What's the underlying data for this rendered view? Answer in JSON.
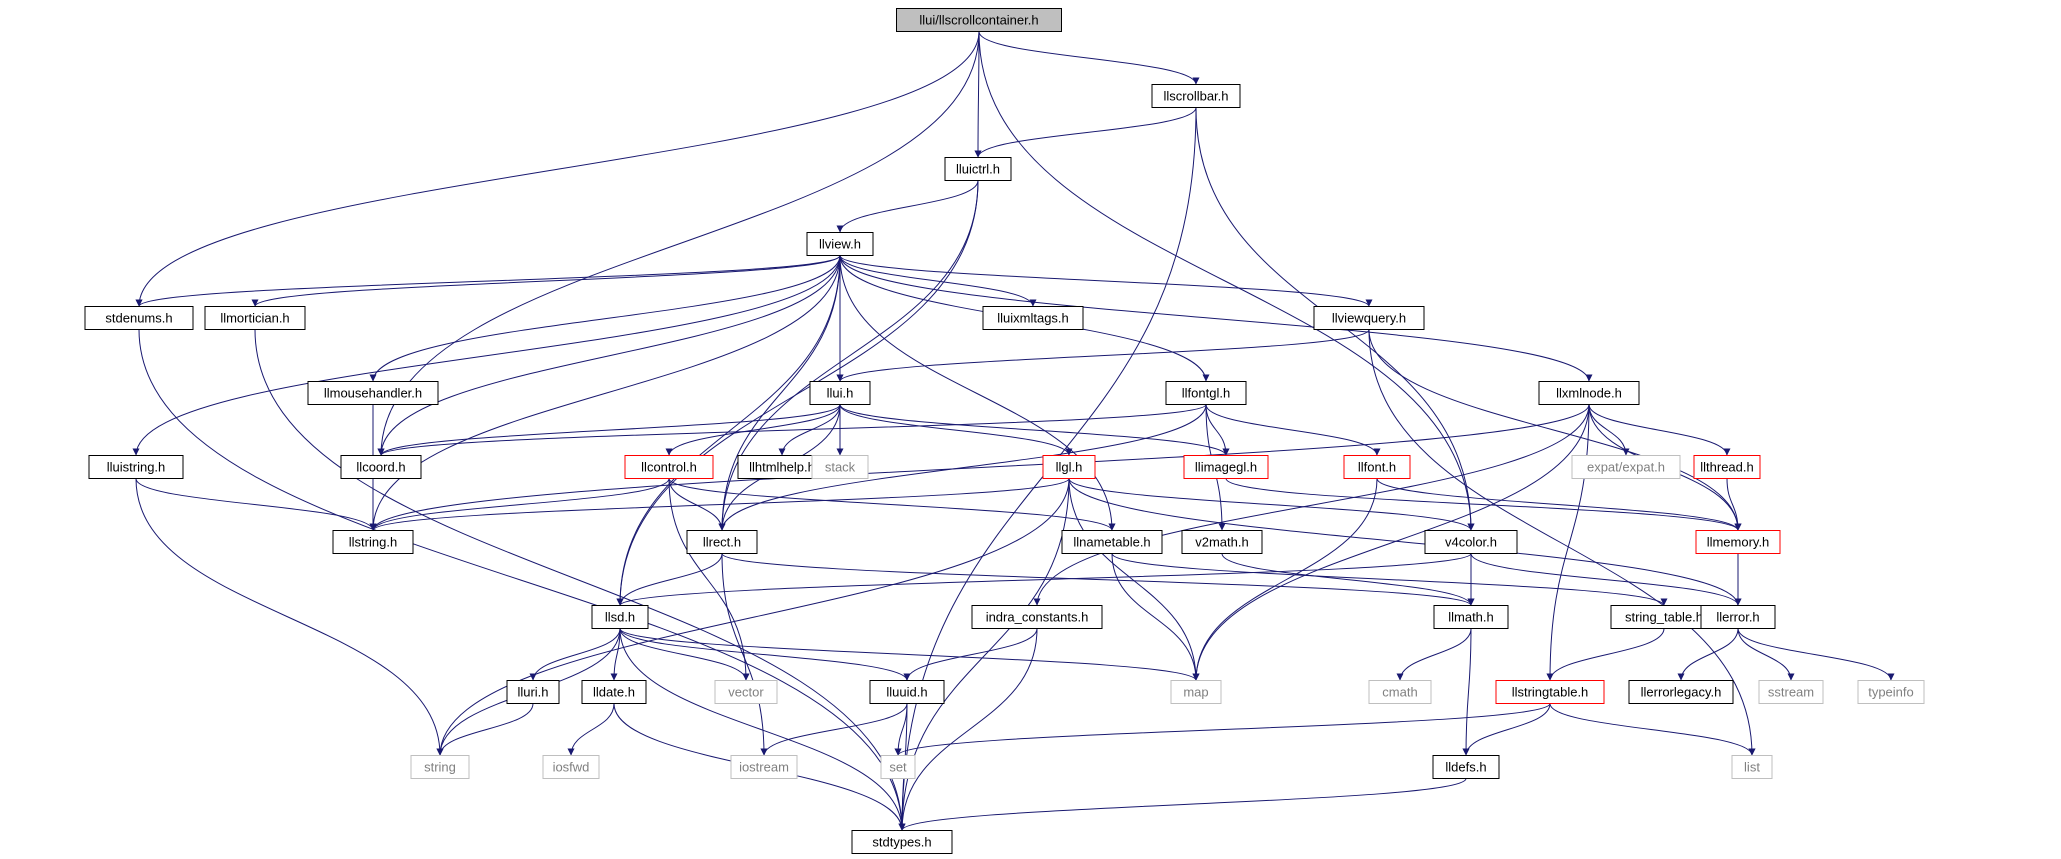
{
  "colors": {
    "edge": "#191970",
    "box_normal": "#000000",
    "box_truncated": "#ff0000",
    "box_external": "#bfbfbf",
    "text_normal": "#000000",
    "text_external": "#808080",
    "root_fill": "#bfbfbf"
  },
  "nodes": [
    {
      "id": "root",
      "label": "llui/llscrollcontainer.h",
      "kind": "root"
    },
    {
      "id": "llscrollbar",
      "label": "llscrollbar.h",
      "kind": "normal"
    },
    {
      "id": "lluictrl",
      "label": "lluictrl.h",
      "kind": "normal"
    },
    {
      "id": "llview",
      "label": "llview.h",
      "kind": "normal"
    },
    {
      "id": "stdenums",
      "label": "stdenums.h",
      "kind": "normal"
    },
    {
      "id": "llmortician",
      "label": "llmortician.h",
      "kind": "normal"
    },
    {
      "id": "lluixmltags",
      "label": "lluixmltags.h",
      "kind": "normal"
    },
    {
      "id": "llviewquery",
      "label": "llviewquery.h",
      "kind": "normal"
    },
    {
      "id": "llmousehandler",
      "label": "llmousehandler.h",
      "kind": "normal"
    },
    {
      "id": "llui",
      "label": "llui.h",
      "kind": "normal"
    },
    {
      "id": "llfontgl",
      "label": "llfontgl.h",
      "kind": "normal"
    },
    {
      "id": "llxmlnode",
      "label": "llxmlnode.h",
      "kind": "normal"
    },
    {
      "id": "lluistring",
      "label": "lluistring.h",
      "kind": "normal"
    },
    {
      "id": "llcoord",
      "label": "llcoord.h",
      "kind": "normal"
    },
    {
      "id": "llcontrol",
      "label": "llcontrol.h",
      "kind": "truncated"
    },
    {
      "id": "llhtmlhelp",
      "label": "llhtmlhelp.h",
      "kind": "normal"
    },
    {
      "id": "stack",
      "label": "stack",
      "kind": "external"
    },
    {
      "id": "llgl",
      "label": "llgl.h",
      "kind": "truncated"
    },
    {
      "id": "llimagegl",
      "label": "llimagegl.h",
      "kind": "truncated"
    },
    {
      "id": "llfont",
      "label": "llfont.h",
      "kind": "truncated"
    },
    {
      "id": "expat",
      "label": "expat/expat.h",
      "kind": "external"
    },
    {
      "id": "llthread",
      "label": "llthread.h",
      "kind": "truncated"
    },
    {
      "id": "llstring",
      "label": "llstring.h",
      "kind": "normal"
    },
    {
      "id": "llrect",
      "label": "llrect.h",
      "kind": "normal"
    },
    {
      "id": "llnametable",
      "label": "llnametable.h",
      "kind": "normal"
    },
    {
      "id": "v2math",
      "label": "v2math.h",
      "kind": "normal"
    },
    {
      "id": "v4color",
      "label": "v4color.h",
      "kind": "normal"
    },
    {
      "id": "llmemory",
      "label": "llmemory.h",
      "kind": "truncated"
    },
    {
      "id": "llsd",
      "label": "llsd.h",
      "kind": "normal"
    },
    {
      "id": "indra_constants",
      "label": "indra_constants.h",
      "kind": "normal"
    },
    {
      "id": "string_table",
      "label": "string_table.h",
      "kind": "normal"
    },
    {
      "id": "llmath",
      "label": "llmath.h",
      "kind": "normal"
    },
    {
      "id": "llerror",
      "label": "llerror.h",
      "kind": "normal"
    },
    {
      "id": "lluri",
      "label": "lluri.h",
      "kind": "normal"
    },
    {
      "id": "lldate",
      "label": "lldate.h",
      "kind": "normal"
    },
    {
      "id": "vector",
      "label": "vector",
      "kind": "external"
    },
    {
      "id": "lluuid",
      "label": "lluuid.h",
      "kind": "normal"
    },
    {
      "id": "map",
      "label": "map",
      "kind": "external"
    },
    {
      "id": "cmath",
      "label": "cmath",
      "kind": "external"
    },
    {
      "id": "llstringtable",
      "label": "llstringtable.h",
      "kind": "truncated"
    },
    {
      "id": "llerrorlegacy",
      "label": "llerrorlegacy.h",
      "kind": "normal"
    },
    {
      "id": "sstream",
      "label": "sstream",
      "kind": "external"
    },
    {
      "id": "typeinfo",
      "label": "typeinfo",
      "kind": "external"
    },
    {
      "id": "string",
      "label": "string",
      "kind": "external"
    },
    {
      "id": "iosfwd",
      "label": "iosfwd",
      "kind": "external"
    },
    {
      "id": "iostream",
      "label": "iostream",
      "kind": "external"
    },
    {
      "id": "set",
      "label": "set",
      "kind": "external"
    },
    {
      "id": "list",
      "label": "list",
      "kind": "external"
    },
    {
      "id": "lldefs",
      "label": "lldefs.h",
      "kind": "normal"
    },
    {
      "id": "stdtypes",
      "label": "stdtypes.h",
      "kind": "normal"
    }
  ],
  "edges": [
    [
      "root",
      "llscrollbar"
    ],
    [
      "root",
      "lluictrl"
    ],
    [
      "root",
      "stdenums"
    ],
    [
      "root",
      "llcoord"
    ],
    [
      "root",
      "v4color"
    ],
    [
      "llscrollbar",
      "lluictrl"
    ],
    [
      "llscrollbar",
      "v4color"
    ],
    [
      "llscrollbar",
      "stdtypes"
    ],
    [
      "lluictrl",
      "llview"
    ],
    [
      "lluictrl",
      "llrect"
    ],
    [
      "lluictrl",
      "llsd"
    ],
    [
      "llview",
      "stdenums"
    ],
    [
      "llview",
      "llmortician"
    ],
    [
      "llview",
      "lluixmltags"
    ],
    [
      "llview",
      "llviewquery"
    ],
    [
      "llview",
      "llmousehandler"
    ],
    [
      "llview",
      "llui"
    ],
    [
      "llview",
      "llfontgl"
    ],
    [
      "llview",
      "llxmlnode"
    ],
    [
      "llview",
      "lluistring"
    ],
    [
      "llview",
      "llcoord"
    ],
    [
      "llview",
      "llstring"
    ],
    [
      "llview",
      "llrect"
    ],
    [
      "llview",
      "llnametable"
    ],
    [
      "llview",
      "llsd"
    ],
    [
      "llmortician",
      "stdtypes"
    ],
    [
      "llviewquery",
      "llui"
    ],
    [
      "llviewquery",
      "list"
    ],
    [
      "llviewquery",
      "llmemory"
    ],
    [
      "llmousehandler",
      "llstring"
    ],
    [
      "llui",
      "llcoord"
    ],
    [
      "llui",
      "llcontrol"
    ],
    [
      "llui",
      "llhtmlhelp"
    ],
    [
      "llui",
      "stack"
    ],
    [
      "llui",
      "llgl"
    ],
    [
      "llui",
      "llimagegl"
    ],
    [
      "llui",
      "llrect"
    ],
    [
      "llfontgl",
      "llimagegl"
    ],
    [
      "llfontgl",
      "llfont"
    ],
    [
      "llfontgl",
      "llrect"
    ],
    [
      "llfontgl",
      "v2math"
    ],
    [
      "llfontgl",
      "llcoord"
    ],
    [
      "llxmlnode",
      "expat"
    ],
    [
      "llxmlnode",
      "llthread"
    ],
    [
      "llxmlnode",
      "llmemory"
    ],
    [
      "llxmlnode",
      "map"
    ],
    [
      "llxmlnode",
      "indra_constants"
    ],
    [
      "llxmlnode",
      "llstring"
    ],
    [
      "llxmlnode",
      "llstringtable"
    ],
    [
      "lluistring",
      "llstring"
    ],
    [
      "lluistring",
      "string"
    ],
    [
      "llcontrol",
      "llstring"
    ],
    [
      "llcontrol",
      "llrect"
    ],
    [
      "llcontrol",
      "llnametable"
    ],
    [
      "llcontrol",
      "vector"
    ],
    [
      "llgl",
      "llstring"
    ],
    [
      "llgl",
      "v4color"
    ],
    [
      "llgl",
      "llerror"
    ],
    [
      "llgl",
      "map"
    ],
    [
      "llgl",
      "string"
    ],
    [
      "llgl",
      "stdtypes"
    ],
    [
      "llimagegl",
      "llmemory"
    ],
    [
      "llfont",
      "llmemory"
    ],
    [
      "llfont",
      "map"
    ],
    [
      "llthread",
      "llmemory"
    ],
    [
      "llrect",
      "llsd"
    ],
    [
      "llrect",
      "iostream"
    ],
    [
      "llrect",
      "llmath"
    ],
    [
      "llnametable",
      "map"
    ],
    [
      "llnametable",
      "string_table"
    ],
    [
      "v2math",
      "llmath"
    ],
    [
      "v4color",
      "llmath"
    ],
    [
      "v4color",
      "llerror"
    ],
    [
      "v4color",
      "llsd"
    ],
    [
      "llmemory",
      "llerror"
    ],
    [
      "llsd",
      "lluri"
    ],
    [
      "llsd",
      "lldate"
    ],
    [
      "llsd",
      "vector"
    ],
    [
      "llsd",
      "lluuid"
    ],
    [
      "llsd",
      "map"
    ],
    [
      "llsd",
      "string"
    ],
    [
      "llsd",
      "stdtypes"
    ],
    [
      "indra_constants",
      "lluuid"
    ],
    [
      "indra_constants",
      "stdtypes"
    ],
    [
      "string_table",
      "llstringtable"
    ],
    [
      "llmath",
      "cmath"
    ],
    [
      "llmath",
      "lldefs"
    ],
    [
      "llerror",
      "llerrorlegacy"
    ],
    [
      "llerror",
      "sstream"
    ],
    [
      "llerror",
      "typeinfo"
    ],
    [
      "lluri",
      "string"
    ],
    [
      "lldate",
      "iosfwd"
    ],
    [
      "lldate",
      "stdtypes"
    ],
    [
      "lluuid",
      "iostream"
    ],
    [
      "lluuid",
      "set"
    ],
    [
      "lluuid",
      "stdtypes"
    ],
    [
      "llstringtable",
      "lldefs"
    ],
    [
      "llstringtable",
      "list"
    ],
    [
      "llstringtable",
      "set"
    ],
    [
      "lldefs",
      "stdtypes"
    ],
    [
      "stdenums",
      "stdtypes"
    ]
  ]
}
